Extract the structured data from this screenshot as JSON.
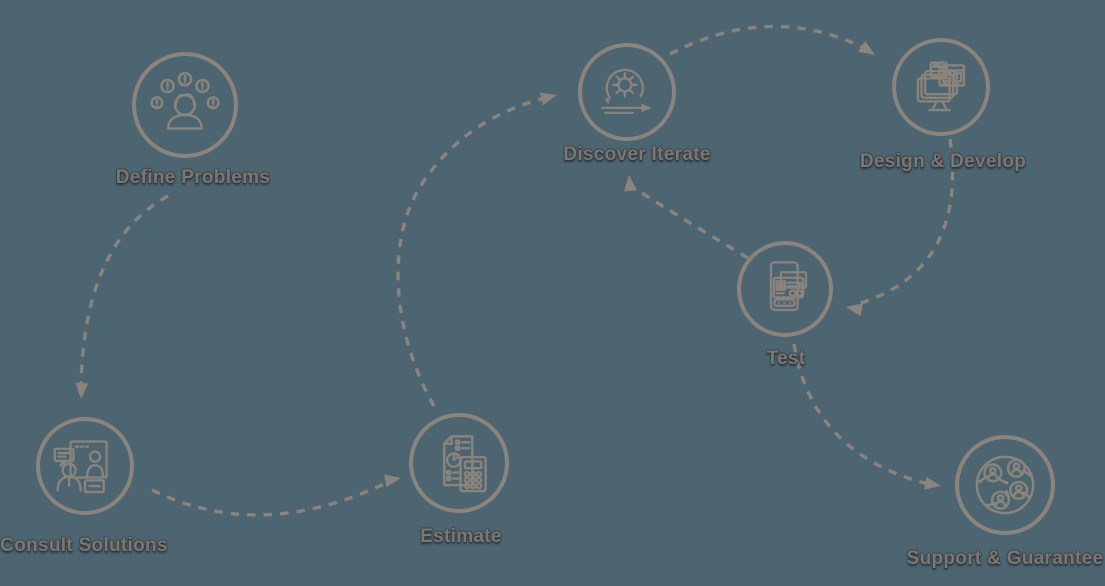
{
  "theme": {
    "background_color": "#4c6571",
    "line_color": "#8a847d",
    "label_color": "#7d7770",
    "label_shadow_color": "#2d3841"
  },
  "diagram": {
    "type": "process-flow",
    "steps": [
      {
        "label": "Define Problems",
        "icon": "person-idea-bubbles-icon"
      },
      {
        "label": "Consult Solutions",
        "icon": "consultation-meeting-icon"
      },
      {
        "label": "Estimate",
        "icon": "document-calculator-icon"
      },
      {
        "label": "Discover Iterate",
        "icon": "agile-sprint-gear-icon"
      },
      {
        "label": "Design & Develop",
        "icon": "monitor-browser-windows-icon"
      },
      {
        "label": "Test",
        "icon": "device-test-cards-icon"
      },
      {
        "label": "Support & Guarantee",
        "icon": "people-network-icon"
      }
    ],
    "connections": [
      {
        "from": "Define Problems",
        "to": "Consult Solutions",
        "style": "dashed-curve"
      },
      {
        "from": "Consult Solutions",
        "to": "Estimate",
        "style": "dashed-curve"
      },
      {
        "from": "Estimate",
        "to": "Discover Iterate",
        "style": "dashed-curve"
      },
      {
        "from": "Discover Iterate",
        "to": "Design & Develop",
        "style": "dashed-curve"
      },
      {
        "from": "Design & Develop",
        "to": "Test",
        "style": "dashed-curve"
      },
      {
        "from": "Test",
        "to": "Discover Iterate",
        "style": "dashed-curve"
      },
      {
        "from": "Test",
        "to": "Support & Guarantee",
        "style": "dashed-curve"
      }
    ]
  }
}
